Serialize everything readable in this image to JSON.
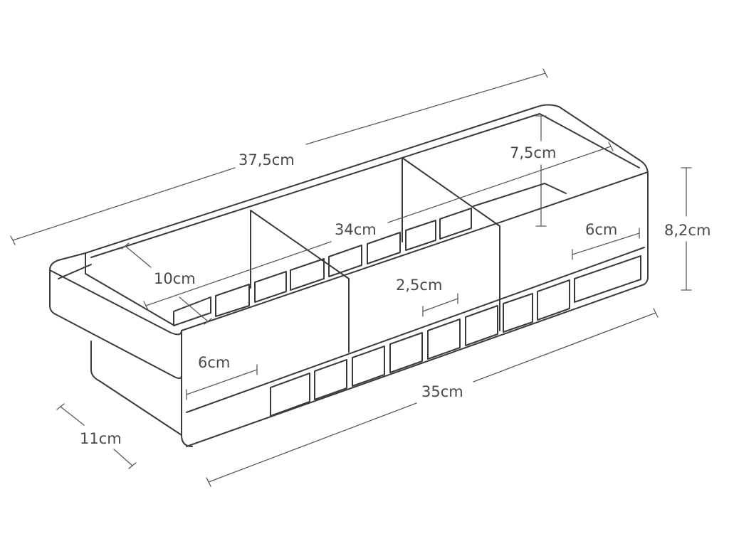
{
  "dimensions": {
    "outer_length": "37,5cm",
    "inner_length": "34cm",
    "base_length": "35cm",
    "outer_height": "8,2cm",
    "inner_height": "7,5cm",
    "width": "11cm",
    "handle_depth": "10cm",
    "slot_spacing": "2,5cm",
    "compartment_left": "6cm",
    "compartment_right": "6cm"
  }
}
